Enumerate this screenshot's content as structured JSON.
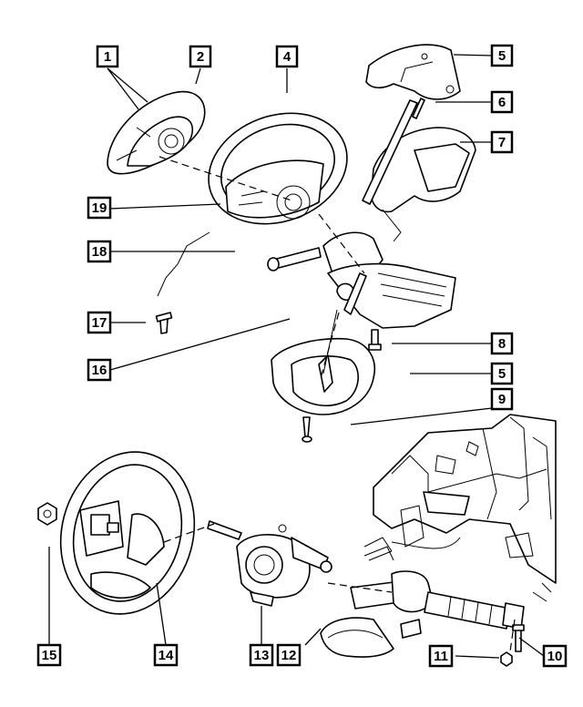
{
  "diagram": {
    "callouts": [
      {
        "id": "1",
        "label": "1"
      },
      {
        "id": "2",
        "label": "2"
      },
      {
        "id": "4",
        "label": "4"
      },
      {
        "id": "5a",
        "label": "5"
      },
      {
        "id": "6",
        "label": "6"
      },
      {
        "id": "7",
        "label": "7"
      },
      {
        "id": "19",
        "label": "19"
      },
      {
        "id": "18",
        "label": "18"
      },
      {
        "id": "17",
        "label": "17"
      },
      {
        "id": "8",
        "label": "8"
      },
      {
        "id": "16",
        "label": "16"
      },
      {
        "id": "5b",
        "label": "5"
      },
      {
        "id": "9",
        "label": "9"
      },
      {
        "id": "15",
        "label": "15"
      },
      {
        "id": "14",
        "label": "14"
      },
      {
        "id": "13",
        "label": "13"
      },
      {
        "id": "12",
        "label": "12"
      },
      {
        "id": "11",
        "label": "11"
      },
      {
        "id": "10",
        "label": "10"
      }
    ]
  }
}
